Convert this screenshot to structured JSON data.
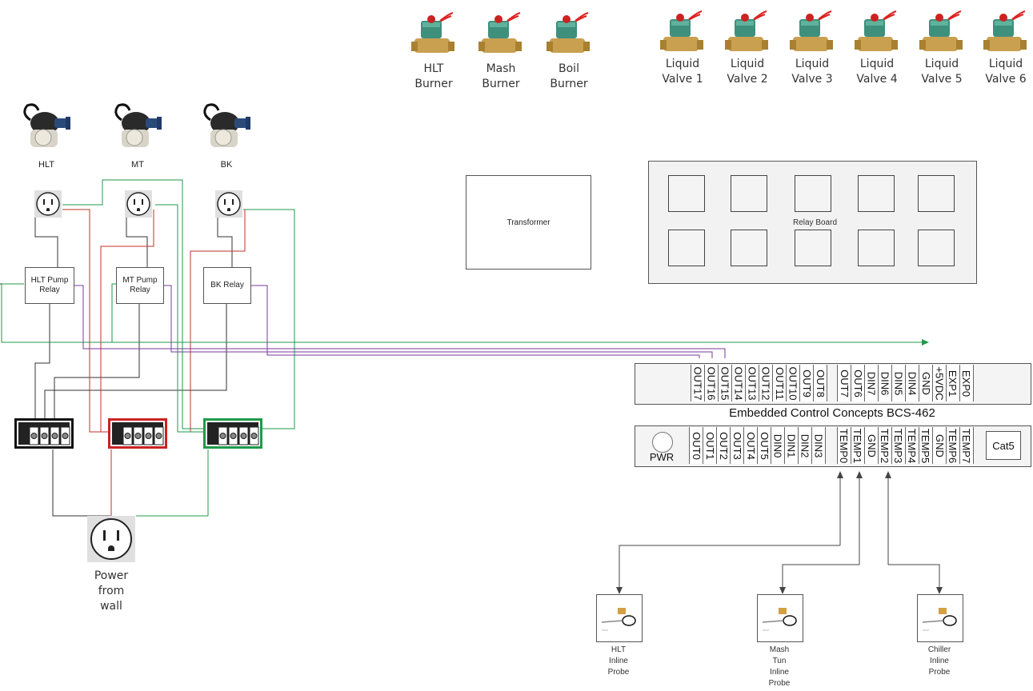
{
  "valves": {
    "burners": [
      {
        "label": "HLT\nBurner"
      },
      {
        "label": "Mash\nBurner"
      },
      {
        "label": "Boil\nBurner"
      }
    ],
    "liquid": [
      {
        "label": "Liquid\nValve 1"
      },
      {
        "label": "Liquid\nValve 2"
      },
      {
        "label": "Liquid\nValve 3"
      },
      {
        "label": "Liquid\nValve 4"
      },
      {
        "label": "Liquid\nValve 5"
      },
      {
        "label": "Liquid\nValve 6"
      }
    ]
  },
  "pumps": [
    {
      "label": "HLT"
    },
    {
      "label": "MT"
    },
    {
      "label": "BK"
    }
  ],
  "relays": [
    {
      "label": "HLT Pump\nRelay"
    },
    {
      "label": "MT Pump\nRelay"
    },
    {
      "label": "BK Relay"
    }
  ],
  "transformer": {
    "label": "Transformer"
  },
  "relay_board": {
    "label": "Relay Board"
  },
  "power": {
    "label": "Power\nfrom\nwall"
  },
  "bcs": {
    "title": "Embedded Control Concepts   BCS-462",
    "top_pins": [
      "OUT17",
      "OUT16",
      "OUT15",
      "OUT14",
      "OUT13",
      "OUT12",
      "OUT11",
      "OUT10",
      "OUT9",
      "OUT8",
      "OUT7",
      "OUT6",
      "DIN7",
      "DIN6",
      "DIN5",
      "DIN4",
      "GND",
      "+5VDC",
      "EXP1",
      "EXP0"
    ],
    "bottom_pins": [
      "OUT0",
      "OUT1",
      "OUT2",
      "OUT3",
      "OUT4",
      "OUT5",
      "DIN0",
      "DIN1",
      "DIN2",
      "DIN3",
      "TEMP0",
      "TEMP1",
      "GND",
      "TEMP2",
      "TEMP3",
      "TEMP4",
      "TEMP5",
      "GND",
      "TEMP6",
      "TEMP7"
    ],
    "pwr_label": "PWR",
    "cat5_label": "Cat5"
  },
  "probes": [
    {
      "label": "HLT\nInline\nProbe"
    },
    {
      "label": "Mash\nTun\nInline\nProbe"
    },
    {
      "label": "Chiller\nInline\nProbe"
    }
  ],
  "colors": {
    "hot": "#c0302a",
    "ground": "#1f9a4a",
    "neutral": "#333333",
    "signal": "#7a3a9a",
    "red_bar": "#cc2222",
    "green_bar": "#1f9a4a"
  }
}
